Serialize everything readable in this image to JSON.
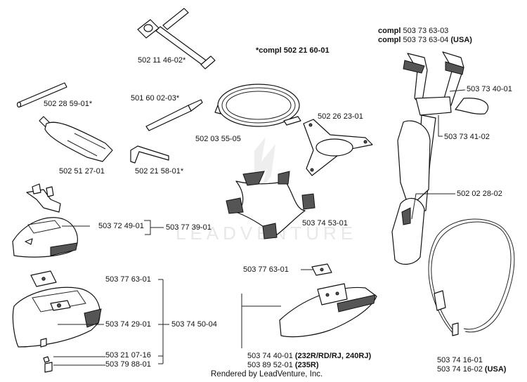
{
  "labels": {
    "compl_top": "*compl 502 21 60-01",
    "tool_wrench": "502 11 46-02*",
    "rod": "502 28 59-01*",
    "tube": "502 51 27-01",
    "pin": "501 60 02-03*",
    "allen": "502 21 58-01*",
    "coil": "502 03 55-05",
    "cross_bracket": "502 26 23-01",
    "harness_plate": "503 74 53-01",
    "bracket_small": "503 72 49-01",
    "guard_group_1": "503 77 39-01",
    "plate_a": "503 77 63-01",
    "guard_a": "503 74 29-01",
    "guard_group_2": "503 74 50-04",
    "screw": "503 21 07-16",
    "label_part": "503 79 88-01",
    "plate_b": "503 77 63-01",
    "guard_b_code_1": "503 74 40-01",
    "guard_b_models_1": "(232R/RD/RJ, 240RJ)",
    "guard_b_code_2": "503 89 52-01",
    "guard_b_models_2": "(235R)",
    "harness_compl_1_prefix": "compl",
    "harness_compl_1_code": "503 73 63-03",
    "harness_compl_2_prefix": "compl",
    "harness_compl_2_code": "503 73 63-04",
    "harness_compl_2_suffix": "(USA)",
    "buckle": "503 73 40-01",
    "strap_clip": "503 73 41-02",
    "hook": "502 02 28-02",
    "shoulder_strap_1": "503 74 16-01",
    "shoulder_strap_2_code": "503 74 16-02",
    "shoulder_strap_2_suffix": "(USA)"
  },
  "footer": "Rendered by LeadVenture, Inc.",
  "watermark": "LEADVENTURE"
}
